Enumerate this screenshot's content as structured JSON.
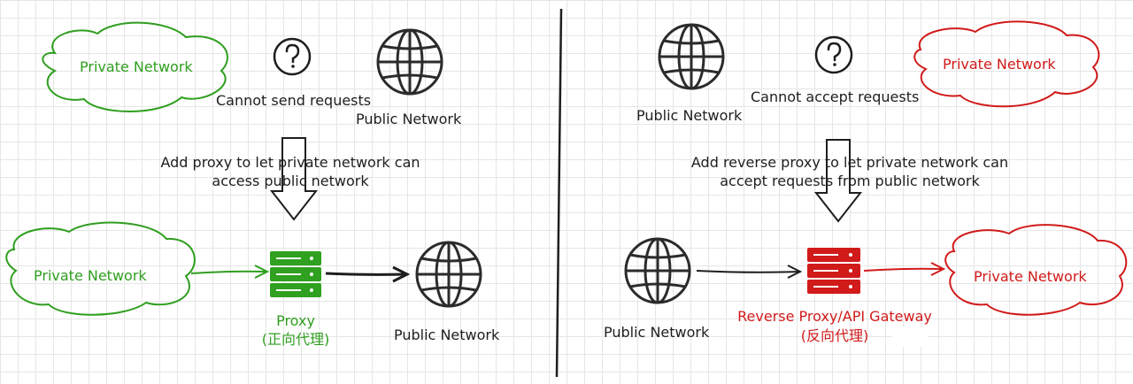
{
  "left": {
    "top_private_cloud": "Private Network",
    "question_icon": "question-mark",
    "cannot_send": "Cannot send requests",
    "top_public_globe_label": "Public Network",
    "note_line1": "Add proxy to let private network can",
    "note_line2": "access public network",
    "bottom_private_cloud": "Private Network",
    "proxy_label": "Proxy",
    "proxy_sub": "(正向代理)",
    "bottom_public_globe_label": "Public Network",
    "accent": "#2f9e1f"
  },
  "right": {
    "top_public_globe_label": "Public Network",
    "question_icon": "question-mark",
    "cannot_accept": "Cannot accept requests",
    "top_private_cloud": "Private Network",
    "note_line1": "Add reverse proxy to let private network can",
    "note_line2": "accept requests from public network",
    "bottom_public_globe_label": "Public Network",
    "gateway_label": "Reverse Proxy/API Gateway",
    "gateway_sub": "(反向代理)",
    "bottom_private_cloud": "Private Network",
    "accent": "#d11a1a"
  }
}
